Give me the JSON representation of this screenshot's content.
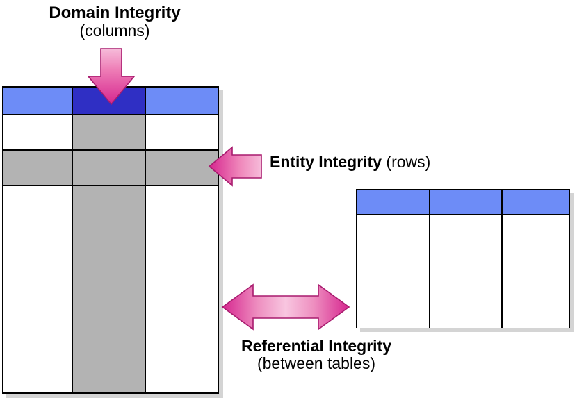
{
  "diagram": {
    "title_context": "Database integrity constraint types",
    "labels": {
      "domain": {
        "bold": "Domain Integrity",
        "regular": "(columns)"
      },
      "entity": {
        "bold": "Entity Integrity",
        "regular": " (rows)"
      },
      "referential": {
        "bold": "Referential Integrity",
        "regular": "(between tables)"
      }
    },
    "colors": {
      "header_blue": "#6d8cf7",
      "highlight_dark_blue": "#2f2fc4",
      "highlight_gray": "#b3b3b3",
      "cell_white": "#ffffff",
      "border_black": "#000000",
      "shadow_gray": "#d4d4d4",
      "arrow_magenta": "#d6268f",
      "arrow_light_pink": "#f7b8d8",
      "arrow_outline": "#8e1a63",
      "text_black": "#000000"
    },
    "arrows": [
      {
        "name": "down-arrow",
        "direction": "down",
        "points_to": "domain-column-header",
        "gradient": "light-pink-to-magenta-vertical"
      },
      {
        "name": "left-arrow",
        "direction": "left",
        "points_to": "entity-row",
        "gradient": "light-pink-to-magenta-horizontal"
      },
      {
        "name": "double-arrow",
        "direction": "left-right",
        "points_to": "between-tables",
        "gradient": "magenta-light-pink-magenta-horizontal"
      }
    ],
    "main_table": {
      "name": "primary-table",
      "columns": 3,
      "rows": [
        {
          "type": "header",
          "cells": [
            "blue",
            "dark-blue",
            "blue"
          ]
        },
        {
          "type": "body",
          "cells": [
            "white",
            "gray",
            "white"
          ]
        },
        {
          "type": "body",
          "cells": [
            "gray",
            "gray",
            "gray"
          ]
        },
        {
          "type": "body",
          "cells": [
            "white",
            "gray",
            "white"
          ]
        }
      ]
    },
    "side_table": {
      "name": "related-table",
      "columns": 3,
      "rows": [
        {
          "type": "header",
          "cells": [
            "blue",
            "blue",
            "blue"
          ]
        },
        {
          "type": "body",
          "cells": [
            "white",
            "white",
            "white"
          ]
        }
      ]
    }
  }
}
